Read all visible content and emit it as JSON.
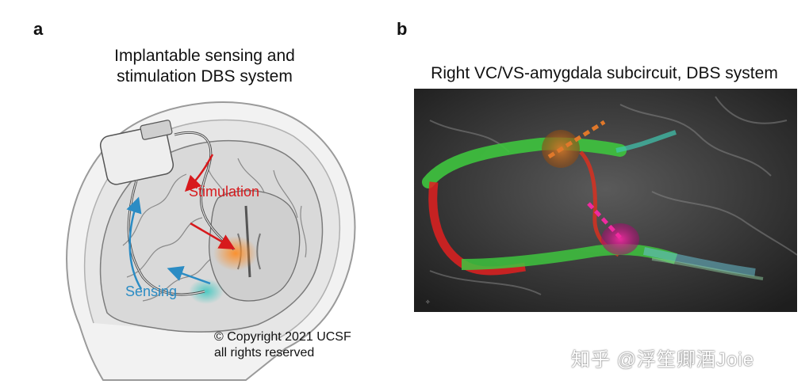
{
  "panel_a": {
    "letter": "a",
    "title_line1": "Implantable sensing and",
    "title_line2": "stimulation DBS system",
    "stimulation_label": "Stimulation",
    "sensing_label": "Sensing",
    "copyright_line1": "© Copyright 2021 UCSF",
    "copyright_line2": "all rights reserved"
  },
  "panel_b": {
    "letter": "b",
    "title": "Right VC/VS-amygdala subcircuit, DBS system"
  },
  "watermark": "知乎 @浮笙卿酒Joie",
  "colors": {
    "stimulation": "#d7191c",
    "sensing": "#2b8cc4",
    "tract_green": "#3ec43e",
    "tract_red": "#e02020",
    "amygdala_magenta": "#e0208a",
    "electrode_orange": "#e0782a"
  }
}
